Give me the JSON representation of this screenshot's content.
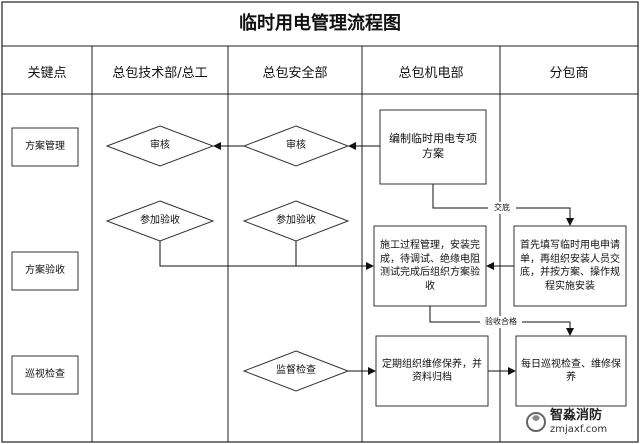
{
  "title": "临时用电管理流程图",
  "columns": [
    "关键点",
    "总包技术部/总工",
    "总包安全部",
    "总包机电部",
    "分包商"
  ],
  "key_points": [
    "方案管理",
    "方案验收",
    "巡视检查"
  ],
  "nodes": {
    "review_tech": "审核",
    "review_safety": "审核",
    "plan_compile": "编制临时用电专项方案",
    "accept_tech": "参加验收",
    "accept_safety": "参加验收",
    "construction": "施工过程管理，安装完成，待调试、绝缘电阻测试完成后组织方案验收",
    "sub_apply": "首先填写临时用电申请单，再组织安装人员交底，并按方案、操作规程实施安装",
    "supervise": "监督检查",
    "maintain": "定期组织维修保养，并资料归档",
    "daily": "每日巡视检查、维修保养"
  },
  "edge_labels": {
    "handover": "交底",
    "accepted": "验收合格"
  },
  "watermark": {
    "name": "智淼消防",
    "url": "zmjaxf.com"
  }
}
